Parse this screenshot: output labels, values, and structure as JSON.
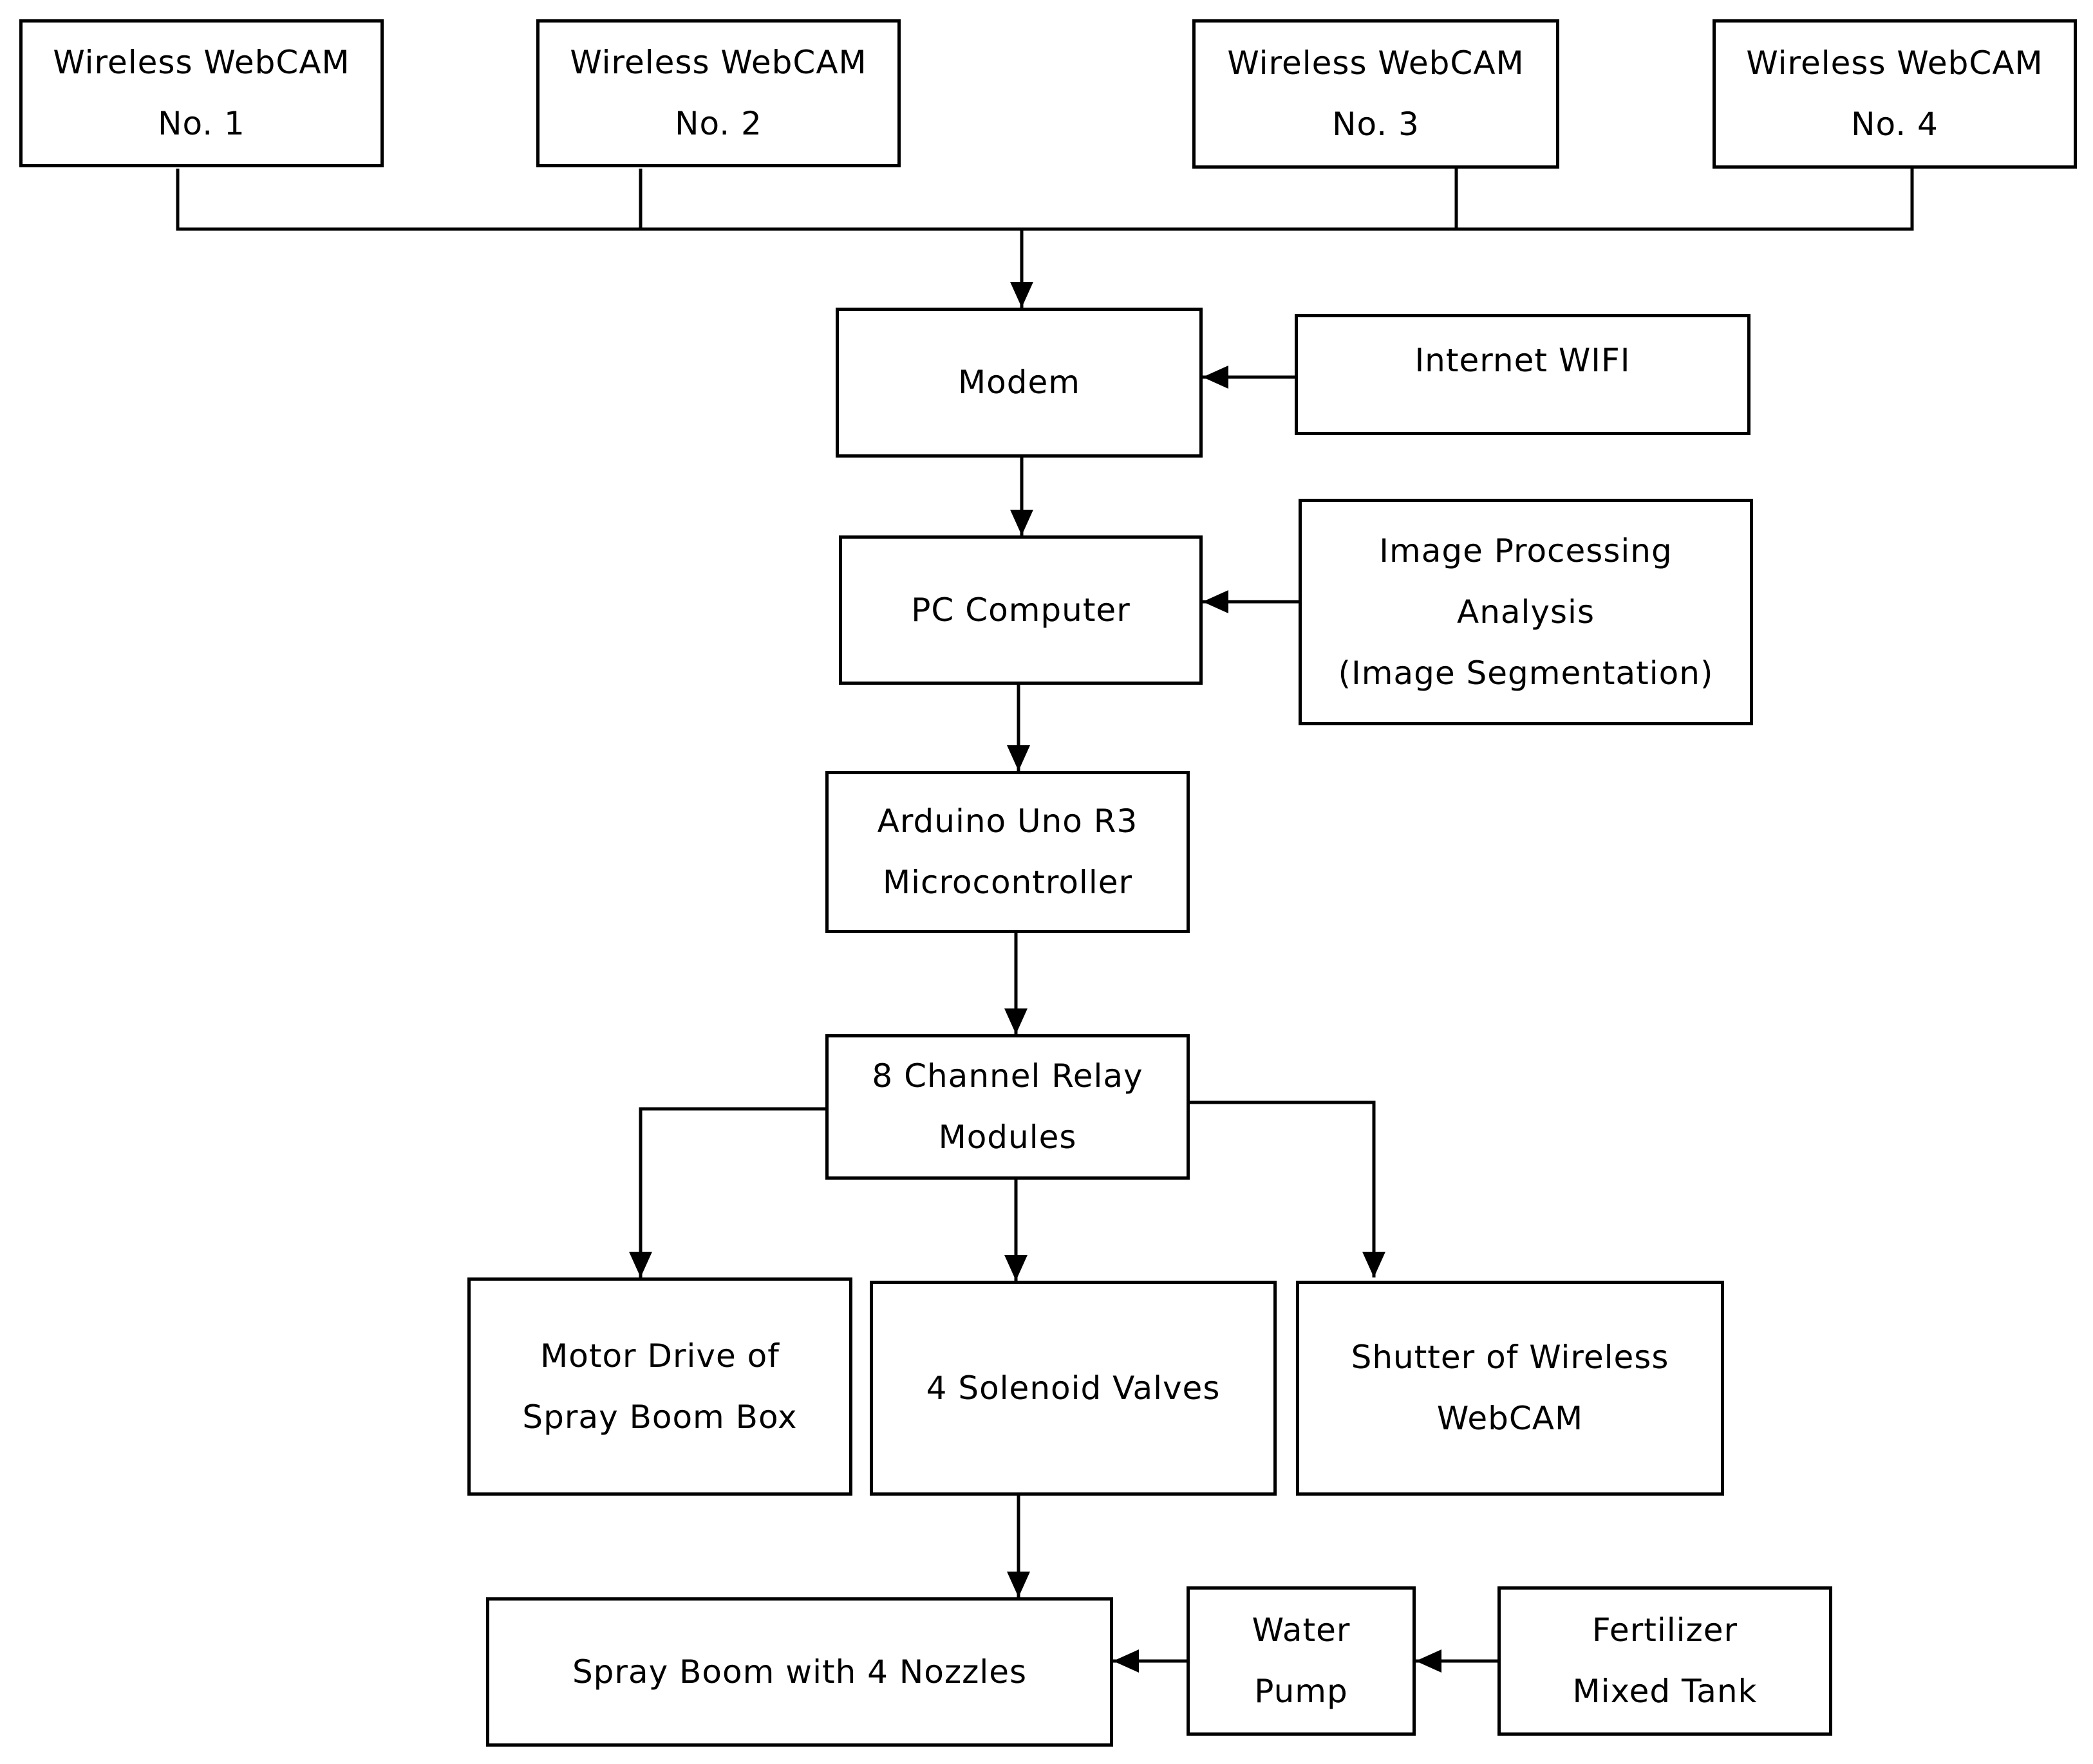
{
  "boxes": {
    "cam1": [
      "Wireless WebCAM",
      "No. 1"
    ],
    "cam2": [
      "Wireless WebCAM",
      "No. 2"
    ],
    "cam3": [
      "Wireless WebCAM",
      "No. 3"
    ],
    "cam4": [
      "Wireless WebCAM",
      "No. 4"
    ],
    "modem": [
      "Modem"
    ],
    "internet": [
      "Internet WIFI"
    ],
    "pc": [
      "PC Computer"
    ],
    "image_processing": [
      "Image Processing",
      "Analysis",
      "(Image Segmentation)"
    ],
    "arduino": [
      "Arduino Uno R3",
      "Microcontroller"
    ],
    "relay": [
      "8 Channel Relay",
      "Modules"
    ],
    "motor": [
      "Motor Drive of",
      "Spray Boom Box"
    ],
    "valves": [
      "4 Solenoid Valves"
    ],
    "shutter": [
      "Shutter of Wireless",
      "WebCAM"
    ],
    "spray_boom": [
      "Spray Boom with 4 Nozzles"
    ],
    "pump": [
      "Water",
      "Pump"
    ],
    "tank": [
      "Fertilizer",
      "Mixed Tank"
    ]
  }
}
